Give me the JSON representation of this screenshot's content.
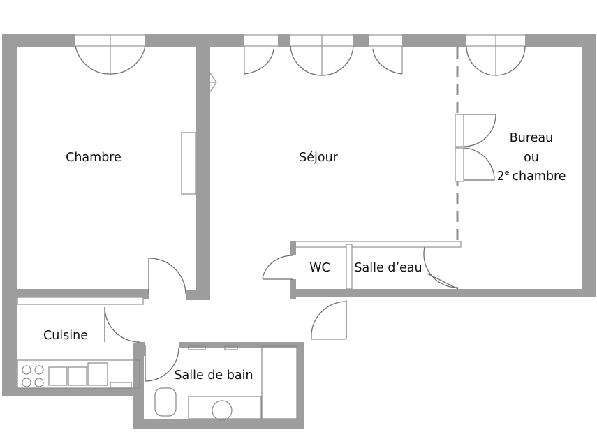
{
  "rooms": {
    "chambre": "Chambre",
    "sejour": "Séjour",
    "bureau_line1": "Bureau",
    "bureau_line2": "ou",
    "bureau_num": "2",
    "bureau_sup": "e",
    "bureau_rest": "chambre",
    "wc": "WC",
    "salle_deau": "Salle d’eau",
    "cuisine": "Cuisine",
    "salle_de_bain": "Salle de bain"
  },
  "colors": {
    "wall": "#9d9d9d",
    "line": "#9a9a9a",
    "text": "#111111"
  }
}
